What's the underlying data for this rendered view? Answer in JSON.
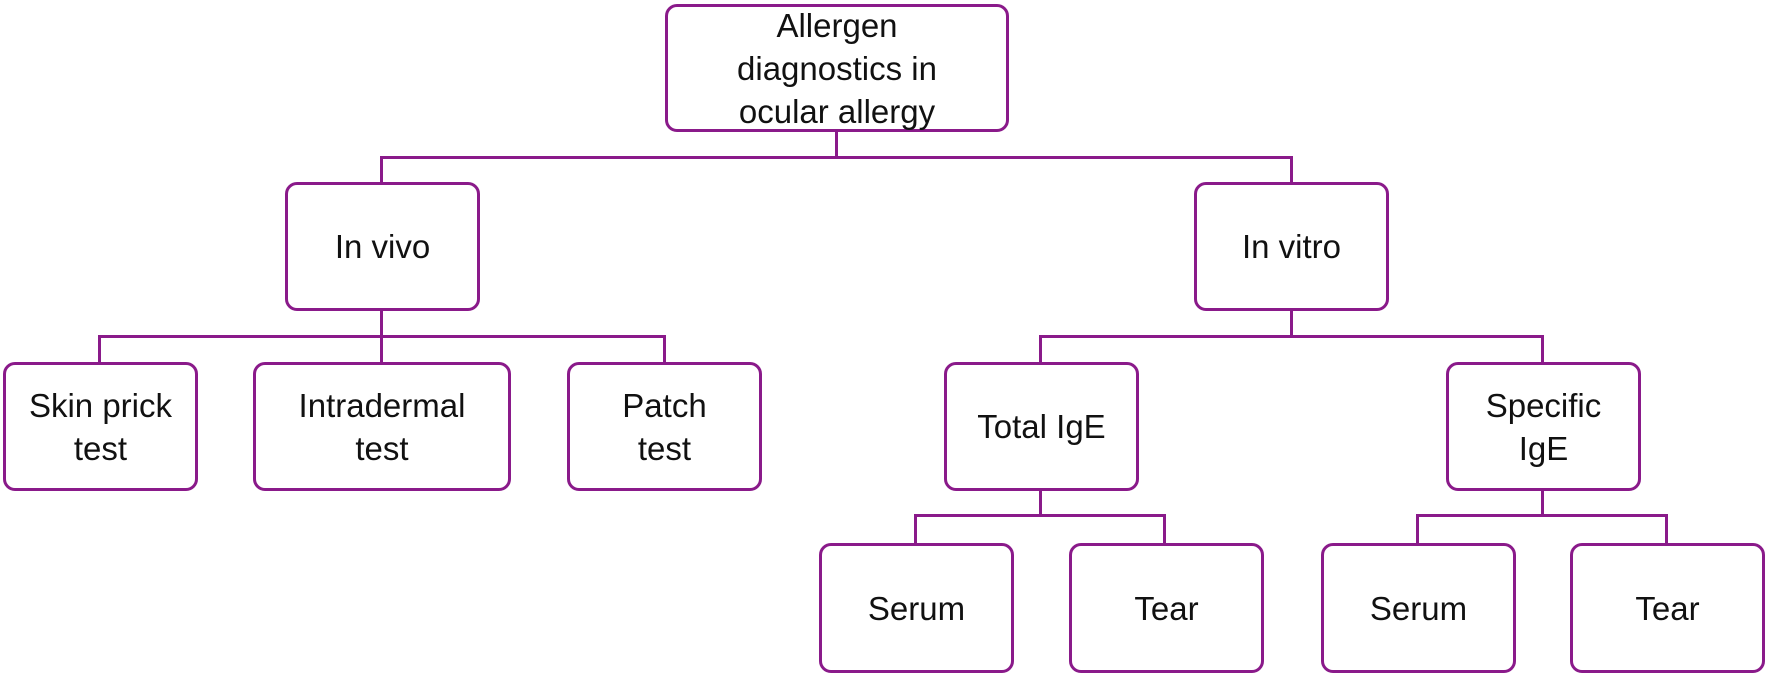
{
  "diagram": {
    "root": "Allergen\ndiagnostics in\nocular allergy",
    "in_vivo": "In vivo",
    "in_vitro": "In vitro",
    "skin_prick": "Skin prick\ntest",
    "intradermal": "Intradermal\ntest",
    "patch": "Patch\ntest",
    "total_ige": "Total IgE",
    "specific_ige": "Specific\nIgE",
    "total_serum": "Serum",
    "total_tear": "Tear",
    "specific_serum": "Serum",
    "specific_tear": "Tear"
  },
  "colors": {
    "border": "#8a1a8a",
    "text": "#111111",
    "background": "#ffffff"
  }
}
